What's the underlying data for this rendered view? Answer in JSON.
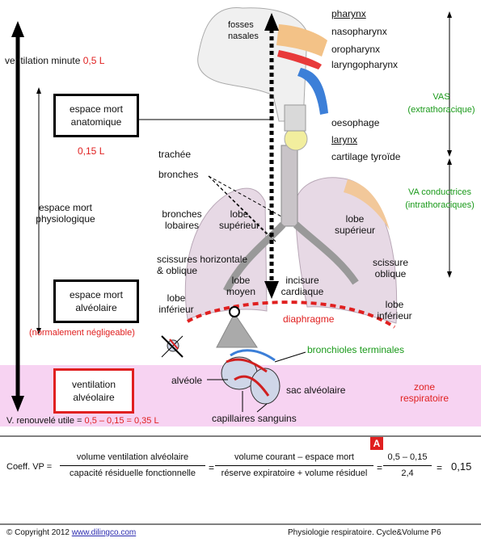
{
  "colors": {
    "red": "#e02020",
    "green": "#1a9a1a",
    "zone": "#f7d3f2",
    "lung": "#e7d9e5",
    "lung_edge": "#f2c89a",
    "nasal": "#f3c287",
    "naso_red": "#e83a3a",
    "larynx_blue": "#3c7fd8",
    "thyroid": "#f2ee9e"
  },
  "left": {
    "vent_minute": "ventilation minute",
    "vent_minute_val": "0,5 L",
    "espace_mort_anat": [
      "espace mort",
      "anatomique"
    ],
    "espace_mort_anat_val": "0,15 L",
    "espace_mort_physio": [
      "espace mort",
      "physiologique"
    ],
    "espace_mort_alv": [
      "espace mort",
      "alvéolaire"
    ],
    "negligeable": "(normalement négligeable)",
    "vent_alv": [
      "ventilation",
      "alvéolaire"
    ],
    "v_renouvele": "V. renouvelé utile =",
    "v_renouvele_val": "0,5 – 0,15 = 0,35 L"
  },
  "labels": {
    "fosses_nasales": [
      "fosses",
      "nasales"
    ],
    "pharynx": "pharynx",
    "nasopharynx": "nasopharynx",
    "oropharynx": "oropharynx",
    "laryngopharynx": "laryngopharynx",
    "oesophage": "oesophage",
    "larynx": "larynx",
    "cartilage": "cartilage tyroïde",
    "trachee": "trachée",
    "bronches": "bronches",
    "bronches_lobaires": [
      "bronches",
      "lobaires"
    ],
    "lobe_superieur_l": [
      "lobe",
      "supérieur"
    ],
    "lobe_superieur_r": [
      "lobe",
      "supérieur"
    ],
    "scissures": [
      "scissures horizontale",
      "&  oblique"
    ],
    "lobe_moyen": [
      "lobe",
      "moyen"
    ],
    "incisure": [
      "incisure",
      "cardiaque"
    ],
    "lobe_inferieur_l": [
      "lobe",
      "inférieur"
    ],
    "scissure_oblique": [
      "scissure",
      "oblique"
    ],
    "lobe_inferieur_r": [
      "lobe",
      "inférieur"
    ],
    "diaphragme": "diaphragme",
    "bronchioles": "bronchioles terminales",
    "alveole": "alvéole",
    "sac": "sac alvéolaire",
    "capillaires": "capillaires sanguins",
    "zone_respi": [
      "zone",
      "respiratoire"
    ],
    "vas": [
      "VAS",
      "(extrathoracique)"
    ],
    "va_cond": [
      "VA conductrices",
      "(intrathoraciques)"
    ]
  },
  "formula": {
    "badge": "A",
    "coeff": "Coeff. VP =",
    "f1_num": "volume ventilation alvéolaire",
    "f1_den": "capacité résiduelle fonctionnelle",
    "eq": "=",
    "f2_num": "volume courant – espace mort",
    "f2_den": "réserve expiratoire + volume résiduel",
    "f3_num": "0,5 – 0,15",
    "f3_den": "2,4",
    "result": "0,15"
  },
  "footer": {
    "copyright": "© Copyright 2012",
    "link": "www.dilingco.com",
    "page": "Physiologie respiratoire. Cycle&Volume  P6"
  }
}
